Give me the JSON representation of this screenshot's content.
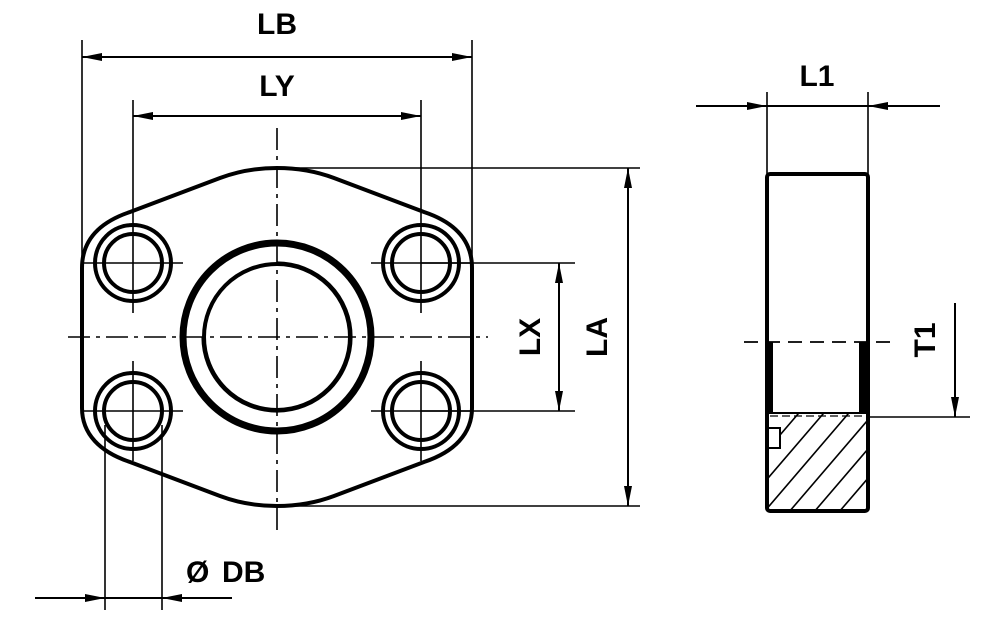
{
  "drawing": {
    "title": "SAE flange dimension drawing",
    "views": [
      "front-view",
      "side-section-view"
    ]
  },
  "dimensions": {
    "LB": "LB",
    "LY": "LY",
    "LX": "LX",
    "LA": "LA",
    "L1": "L1",
    "T1": "T1",
    "DB_symbol": "Ø",
    "DB": "DB"
  },
  "colors": {
    "line": "#000000",
    "background": "#ffffff"
  }
}
